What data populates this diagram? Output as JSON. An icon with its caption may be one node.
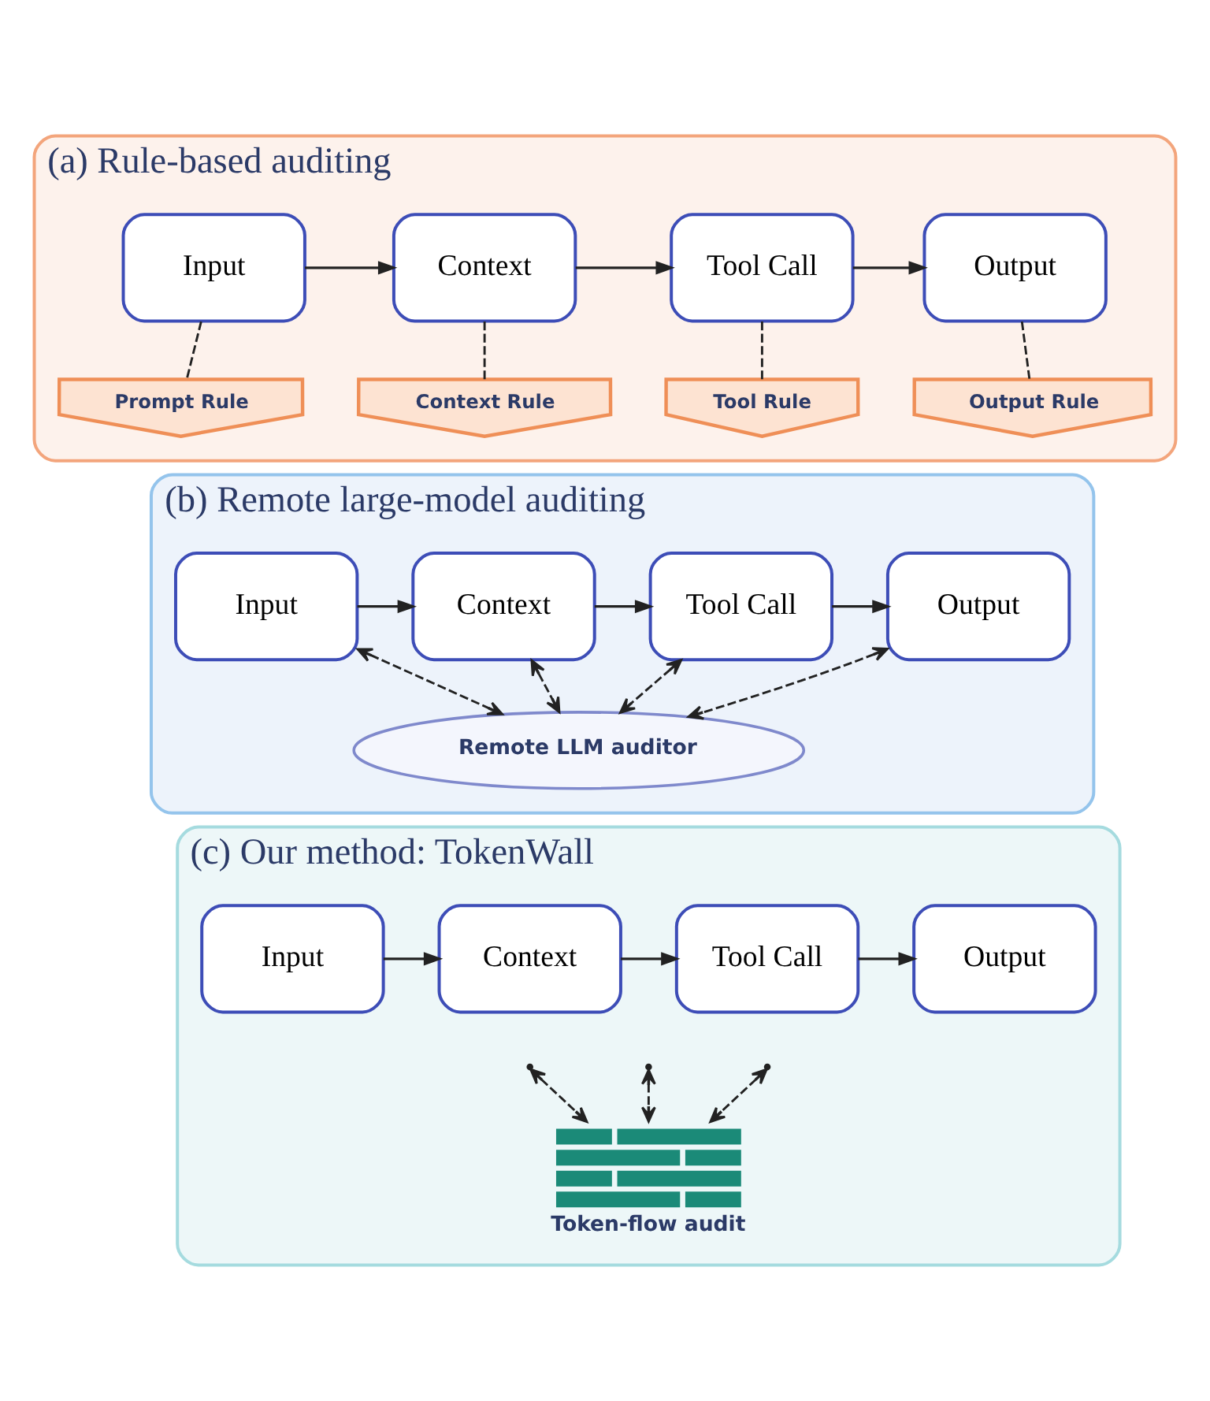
{
  "diagram": {
    "nodes": [
      {
        "text": [
          "(a) Rule-based auditing"
        ]
      },
      {
        "text": [
          "Input"
        ],
        "in": 0
      },
      {
        "text": [
          "Context"
        ],
        "in": 0
      },
      {
        "text": [
          "Tool Call"
        ],
        "in": 0
      },
      {
        "text": [
          "Output"
        ],
        "in": 0
      },
      {
        "text": [
          "Prompt Rule"
        ],
        "in": 0
      },
      {
        "text": [
          "Context Rule"
        ],
        "in": 0
      },
      {
        "text": [
          "Tool Rule"
        ],
        "in": 0
      },
      {
        "text": [
          "Output Rule"
        ],
        "in": 0
      },
      {
        "text": [
          "(b) Remote large-model auditing"
        ]
      },
      {
        "text": [
          "Input"
        ],
        "in": 9
      },
      {
        "text": [
          "Context"
        ],
        "in": 9
      },
      {
        "text": [
          "Tool Call"
        ],
        "in": 9
      },
      {
        "text": [
          "Output"
        ],
        "in": 9
      },
      {
        "text": [
          "Remote LLM auditor"
        ],
        "in": 9
      },
      {
        "text": [
          "(c) Our method: TokenWall"
        ]
      },
      {
        "text": [
          "Input"
        ],
        "in": 15
      },
      {
        "text": [
          "Context"
        ],
        "in": 15
      },
      {
        "text": [
          "Tool Call"
        ],
        "in": 15
      },
      {
        "text": [
          "Output"
        ],
        "in": 15
      },
      {
        "text": [
          "Token-flow audit"
        ],
        "in": 15
      }
    ],
    "edges": [
      {
        "from": 1,
        "to": 2,
        "arrow": "to"
      },
      {
        "from": 2,
        "to": 3,
        "arrow": "to"
      },
      {
        "from": 3,
        "to": 4,
        "arrow": "to"
      },
      {
        "from": 1,
        "to": 5,
        "arrow": "none",
        "style": "dashed"
      },
      {
        "from": 2,
        "to": 6,
        "arrow": "none",
        "style": "dashed"
      },
      {
        "from": 3,
        "to": 7,
        "arrow": "none",
        "style": "dashed"
      },
      {
        "from": 4,
        "to": 8,
        "arrow": "none",
        "style": "dashed"
      },
      {
        "from": 10,
        "to": 11,
        "arrow": "to"
      },
      {
        "from": 11,
        "to": 12,
        "arrow": "to"
      },
      {
        "from": 12,
        "to": 13,
        "arrow": "to"
      },
      {
        "from": 10,
        "to": 14,
        "arrow": "both",
        "style": "dashed"
      },
      {
        "from": 11,
        "to": 14,
        "arrow": "both",
        "style": "dashed"
      },
      {
        "from": 12,
        "to": 14,
        "arrow": "both",
        "style": "dashed"
      },
      {
        "from": 13,
        "to": 14,
        "arrow": "both",
        "style": "dashed"
      },
      {
        "from": 16,
        "to": 17,
        "arrow": "to"
      },
      {
        "from": 17,
        "to": 18,
        "arrow": "to"
      },
      {
        "from": 18,
        "to": 19,
        "arrow": "to"
      },
      {
        "from": null,
        "to": 20,
        "arrow": "both",
        "style": "dashed"
      },
      {
        "from": null,
        "to": 20,
        "arrow": "both",
        "style": "dashed"
      },
      {
        "from": null,
        "to": 20,
        "arrow": "both",
        "style": "dashed"
      }
    ]
  }
}
